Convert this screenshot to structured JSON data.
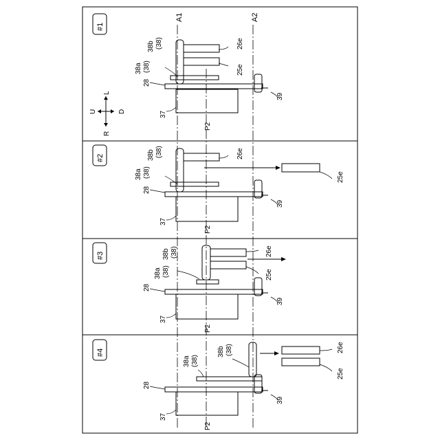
{
  "panels": [
    {
      "id": "#1"
    },
    {
      "id": "#2"
    },
    {
      "id": "#3"
    },
    {
      "id": "#4"
    }
  ],
  "axis_labels": {
    "a1": "A1",
    "a2": "A2",
    "p2": "P2"
  },
  "part_labels": {
    "p37": "37",
    "p28": "28",
    "p38a": "38a",
    "p38b": "38b",
    "p38": "(38)",
    "p25e": "25e",
    "p26e": "26e",
    "p39": "39"
  },
  "directions": {
    "u": "U",
    "d": "D",
    "l": "L",
    "r": "R"
  }
}
